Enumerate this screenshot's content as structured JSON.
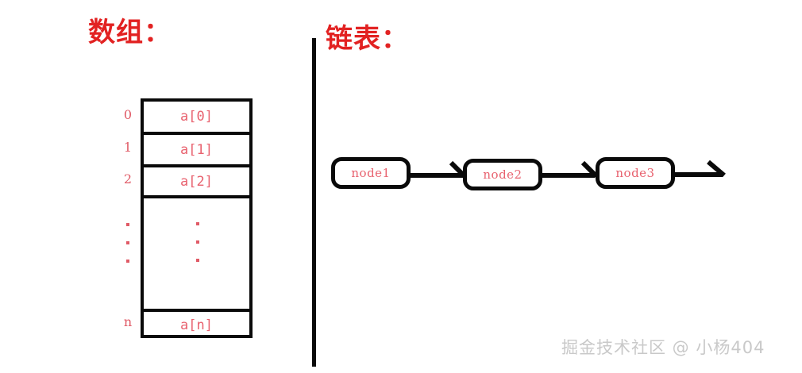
{
  "diagram": {
    "background_color": "#ffffff",
    "stroke_color": "#0a0a0a",
    "title_color": "#e22222",
    "text_color": "#e8626f",
    "watermark_color": "#c9c9c9"
  },
  "array_section": {
    "title": "数组：",
    "cells": [
      {
        "index": "0",
        "value": "a[0]"
      },
      {
        "index": "1",
        "value": "a[1]"
      },
      {
        "index": "2",
        "value": "a[2]"
      },
      {
        "index": "ellipsis",
        "value": "ellipsis"
      },
      {
        "index": "n",
        "value": "a[n]"
      }
    ]
  },
  "list_section": {
    "title": "链表：",
    "nodes": [
      {
        "label": "node1"
      },
      {
        "label": "node2"
      },
      {
        "label": "node3"
      }
    ],
    "arrows": [
      {
        "name": "arrow-node1-to-node2"
      },
      {
        "name": "arrow-node2-to-node3"
      },
      {
        "name": "arrow-node3-to-null"
      }
    ]
  },
  "watermark": {
    "text": "掘金技术社区 @ 小杨404"
  }
}
